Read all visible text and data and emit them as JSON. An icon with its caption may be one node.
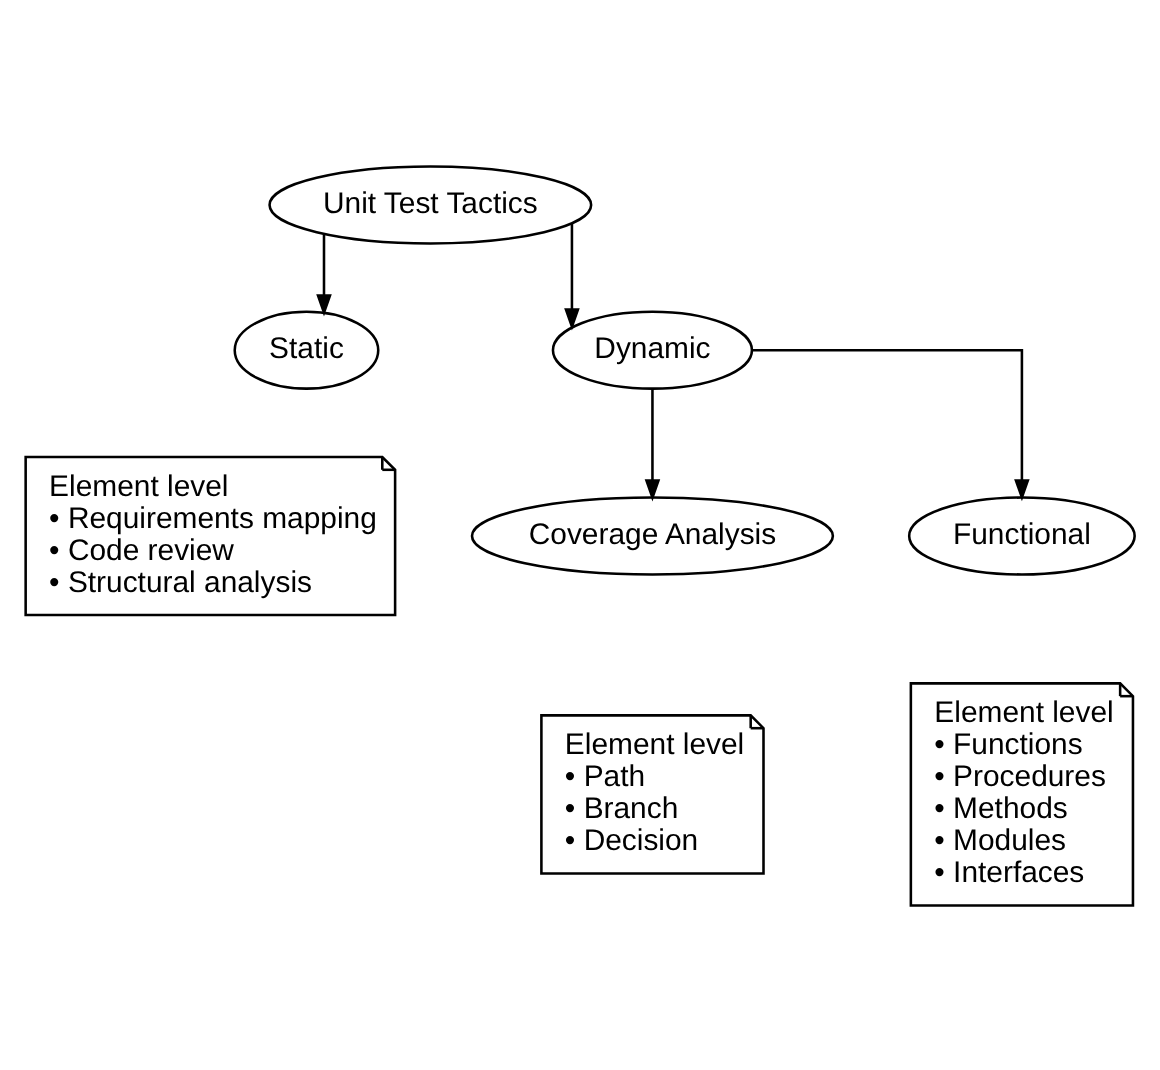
{
  "diagram": {
    "nodes": [
      {
        "text": [
          "Unit Test Tactics"
        ]
      },
      {
        "text": [
          "Static"
        ]
      },
      {
        "text": [
          "Dynamic"
        ]
      },
      {
        "text": [
          "Element level",
          "• Requirements mapping",
          "• Code review",
          "• Structural analysis"
        ]
      },
      {
        "text": [
          "Coverage Analysis"
        ]
      },
      {
        "text": [
          "Functional"
        ]
      },
      {
        "text": [
          "Element level",
          "• Path",
          "• Branch",
          "• Decision"
        ]
      },
      {
        "text": [
          "Element level",
          "• Functions",
          "• Procedures",
          "• Methods",
          "• Modules",
          "• Interfaces"
        ]
      }
    ],
    "edges": [
      {
        "from": 0,
        "to": 1,
        "arrow": "to"
      },
      {
        "from": 0,
        "to": 2,
        "arrow": "to"
      },
      {
        "from": 2,
        "to": 4,
        "arrow": "to"
      },
      {
        "from": 2,
        "to": 5,
        "arrow": "to"
      }
    ]
  }
}
